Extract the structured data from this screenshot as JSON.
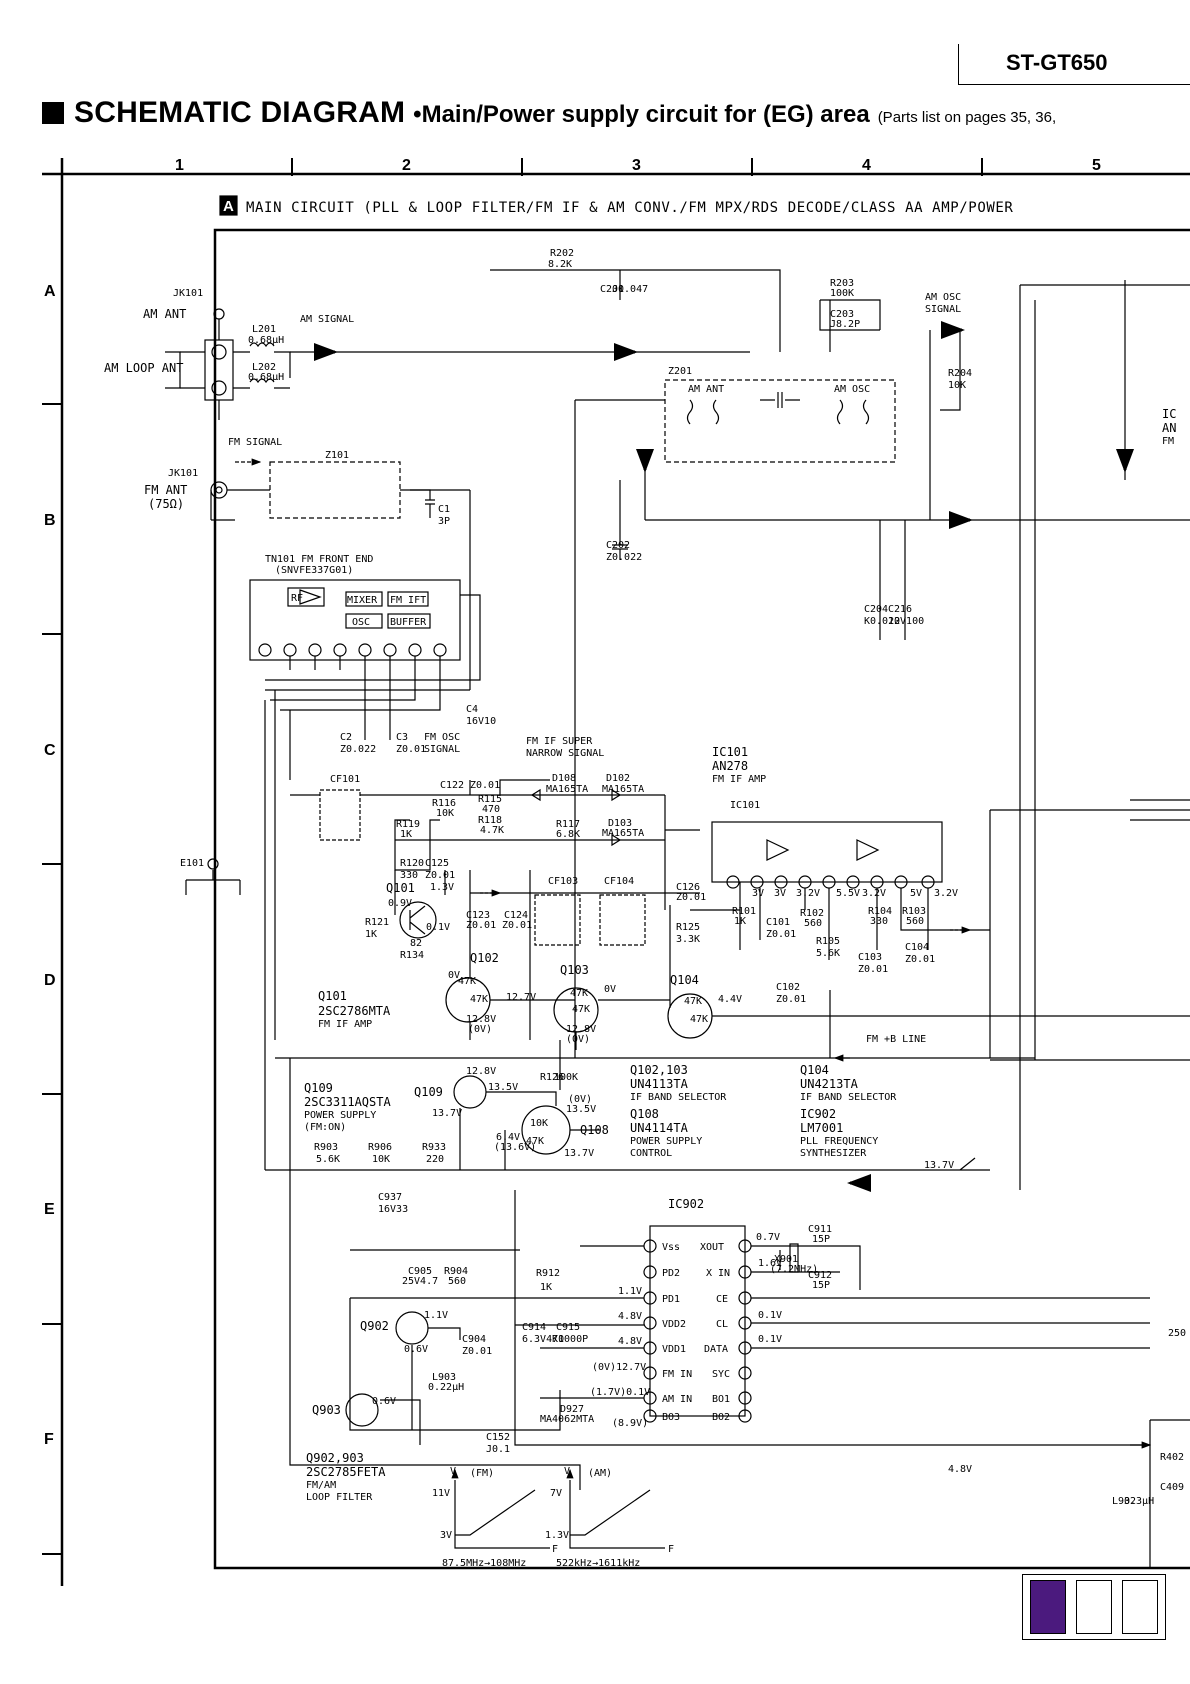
{
  "header": {
    "model": "ST-GT650",
    "title": "SCHEMATIC DIAGRAM",
    "subtitle": "•Main/Power supply circuit for (EG) area",
    "parts_note": "(Parts list on pages 35, 36,"
  },
  "grid": {
    "columns": [
      "1",
      "2",
      "3",
      "4",
      "5"
    ],
    "rows": [
      "A",
      "B",
      "C",
      "D",
      "E",
      "F"
    ]
  },
  "section": {
    "badge": "A",
    "title": "MAIN CIRCUIT (PLL & LOOP FILTER/FM IF & AM CONV./FM MPX/RDS DECODE/CLASS AA AMP/POWER"
  },
  "labels": {
    "jk101_am": "JK101",
    "am_ant": "AM ANT",
    "am_loop_ant": "AM LOOP ANT",
    "l201": "L201",
    "l201_val": "0.68μH",
    "l202": "L202",
    "l202_val": "0.68μH",
    "am_signal": "AM SIGNAL",
    "fm_signal": "FM SIGNAL",
    "jk101_fm": "JK101",
    "fm_ant": "FM ANT",
    "fm_ant_ohm": "(75Ω)",
    "z101": "Z101",
    "c1": "C1",
    "c1_val": "3P",
    "r202": "R202",
    "r202_val": "8.2K",
    "c201": "C201",
    "c201_val": "J0.047",
    "r203": "R203",
    "r203_val": "100K",
    "c203": "C203",
    "c203_val": "J8.2P",
    "am_osc_signal_1": "AM OSC",
    "am_osc_signal_2": "SIGNAL",
    "r204": "R204",
    "r204_val": "10K",
    "z201": "Z201",
    "am_ant_coil": "AM ANT",
    "am_osc_coil": "AM OSC",
    "c202": "C202",
    "c202_val": "Z0.022",
    "c204": "C204",
    "c204_val": "K0.022",
    "c216": "C216",
    "c216_val": "10V100",
    "ic_right_1": "IC",
    "ic_right_2": "AN",
    "ic_right_3": "FM",
    "tn101": "TN101 FM FRONT END",
    "tn101_part": "(SNVFE337G01)",
    "rf": "RF",
    "mixer": "MIXER",
    "fm_ift": "FM IFT",
    "osc": "OSC",
    "buffer": "BUFFER",
    "c2": "C2",
    "c2_val": "Z0.022",
    "c3": "C3",
    "c3_val": "Z0.01",
    "c4": "C4",
    "c4_val": "16V10",
    "fm_osc_signal_1": "FM OSC",
    "fm_osc_signal_2": "SIGNAL",
    "fm_if_super_1": "FM IF SUPER",
    "fm_if_super_2": "NARROW SIGNAL",
    "ic101_title": "IC101",
    "ic101_part": "AN278",
    "ic101_desc": "FM IF AMP",
    "ic101_label": "IC101",
    "cf101": "CF101",
    "c122": "C122",
    "c122_val": "Z0.01",
    "d108": "D108",
    "d108_val": "MA165TA",
    "d102": "D102",
    "d102_val": "MA165TA",
    "r116": "R116",
    "r116_val": "10K",
    "r115": "R115",
    "r115_val": "470",
    "r118": "R118",
    "r118_val": "4.7K",
    "r119": "R119",
    "r119_val": "1K",
    "r117": "R117",
    "r117_val": "6.8K",
    "d103": "D103",
    "d103_val": "MA165TA",
    "e101": "E101",
    "r120": "R120",
    "r120_val": "330",
    "c125": "C125",
    "c125_val": "Z0.01",
    "cf103": "CF103",
    "cf104": "CF104",
    "q101": "Q101",
    "q101_v1": "0.9V",
    "q101_v2": "0.1V",
    "v13": "1.3V",
    "r121": "R121",
    "r121_val": "1K",
    "r134": "R134",
    "r134_val": "82",
    "c123": "C123",
    "c123_val": "Z0.01",
    "c124": "C124",
    "c124_val": "Z0.01",
    "c126": "C126",
    "c126_val": "Z0.01",
    "r125": "R125",
    "r125_val": "3.3K",
    "r101": "R101",
    "r101_val": "1K",
    "c101": "C101",
    "c101_val": "Z0.01",
    "r102": "R102",
    "r102_val": "560",
    "r104": "R104",
    "r104_val": "330",
    "r103": "R103",
    "r103_val": "560",
    "r105": "R105",
    "r105_val": "5.6K",
    "c102": "C102",
    "c102_val": "Z0.01",
    "c103": "C103",
    "c103_val": "Z0.01",
    "c104": "C104",
    "c104_val": "Z0.01",
    "pin_v1": "3V",
    "pin_v2": "3V",
    "pin_v3": "3.2V",
    "pin_v5": "5.5V",
    "pin_v6": "3.2V",
    "pin_v8": "5V",
    "pin_v9": "3.2V",
    "q102": "Q102",
    "q103": "Q103",
    "q104": "Q104",
    "r47k": "47K",
    "v0": "0V",
    "v127": "12.7V",
    "v128": "12.8V",
    "v0p": "(0V)",
    "v44": "4.4V",
    "q101_title": "Q101",
    "q101_part": "2SC2786MTA",
    "q101_desc": "FM IF AMP",
    "fm_b_line": "FM +B LINE",
    "q109_title": "Q109",
    "q109_part": "2SC3311AQSTA",
    "q109_desc_1": "POWER SUPPLY",
    "q109_desc_2": "(FM:ON)",
    "q109": "Q109",
    "q109_v1": "12.8V",
    "q109_v2": "13.5V",
    "q109_v3": "13.7V",
    "r126": "R126",
    "r126_val": "100K",
    "q108": "Q108",
    "r10k": "10K",
    "v64": "6.4V",
    "v136": "(13.6V)",
    "v137": "13.7V",
    "v135": "13.5V",
    "q102_103": "Q102,103",
    "q102_part": "UN4113TA",
    "q102_desc": "IF BAND SELECTOR",
    "q108_title": "Q108",
    "q108_part": "UN4114TA",
    "q108_desc_1": "POWER SUPPLY",
    "q108_desc_2": "CONTROL",
    "q104_title": "Q104",
    "q104_part": "UN4213TA",
    "q104_desc": "IF BAND SELECTOR",
    "ic902_title": "IC902",
    "ic902_part": "LM7001",
    "ic902_desc_1": "PLL FREQUENCY",
    "ic902_desc_2": "SYNTHESIZER",
    "r903": "R903",
    "r903_val": "5.6K",
    "r906": "R906",
    "r906_val": "10K",
    "r933": "R933",
    "r933_val": "220",
    "c937": "C937",
    "c937_val": "16V33",
    "ic902": "IC902",
    "pin16": "Vss",
    "pin15": "PD2",
    "pin14": "PD1",
    "pin13": "VDD2",
    "pin12": "VDD1",
    "pin11": "FM IN",
    "pin10": "AM IN",
    "pin9": "BO3",
    "pin1": "XOUT",
    "pin2": "X IN",
    "pin3": "CE",
    "pin4": "CL",
    "pin5": "DATA",
    "pin6": "SYC",
    "pin7": "BO1",
    "pin8": "BO2",
    "v07": "0.7V",
    "v16": "1.6V",
    "v01": "0.1V",
    "v11": "1.1V",
    "v48": "4.8V",
    "v0v127": "(0V)12.7V",
    "v17": "(1.7V)0.1V",
    "v89": "(8.9V)",
    "c911": "C911",
    "c911_val": "15P",
    "c912": "C912",
    "c912_val": "15P",
    "x901": "X901",
    "x901_val": "(7.2MHz)",
    "c905": "C905",
    "c905_val": "25V4.7",
    "r904": "R904",
    "r904_val": "560",
    "r912": "R912",
    "r912_val": "1K",
    "c914": "C914",
    "c914_val": "6.3V470",
    "c915": "C915",
    "c915_val": "K1000P",
    "q902": "Q902",
    "q902_v1": "1.1V",
    "q902_v2": "0.6V",
    "c904": "C904",
    "c904_val": "Z0.01",
    "l903": "L903",
    "l903_val": "0.22μH",
    "d927": "D927",
    "d927_val": "MA4062MTA",
    "q903": "Q903",
    "q903_v": "0.6V",
    "c152": "C152",
    "c152_val": "J0.1",
    "v137b": "13.7V",
    "v48b": "4.8V",
    "l902": "L902",
    "l902_val": "3.3μH",
    "c409": "C409",
    "r402": "R402",
    "r250": "250",
    "q902_903": "Q902,903",
    "q902_part": "2SC2785FETA",
    "q902_desc_1": "FM/AM",
    "q902_desc_2": "LOOP FILTER",
    "g1_mode": "(FM)",
    "g1_v": "V",
    "g1_11v": "11V",
    "g1_3v": "3V",
    "g1_f": "F",
    "g1_range": "87.5MHz→108MHz",
    "g2_mode": "(AM)",
    "g2_v": "V",
    "g2_7v": "7V",
    "g2_13v": "1.3V",
    "g2_f": "F",
    "g2_range": "522kHz→1611kHz"
  },
  "navigation": {
    "active_color": "#4b1a7e"
  }
}
